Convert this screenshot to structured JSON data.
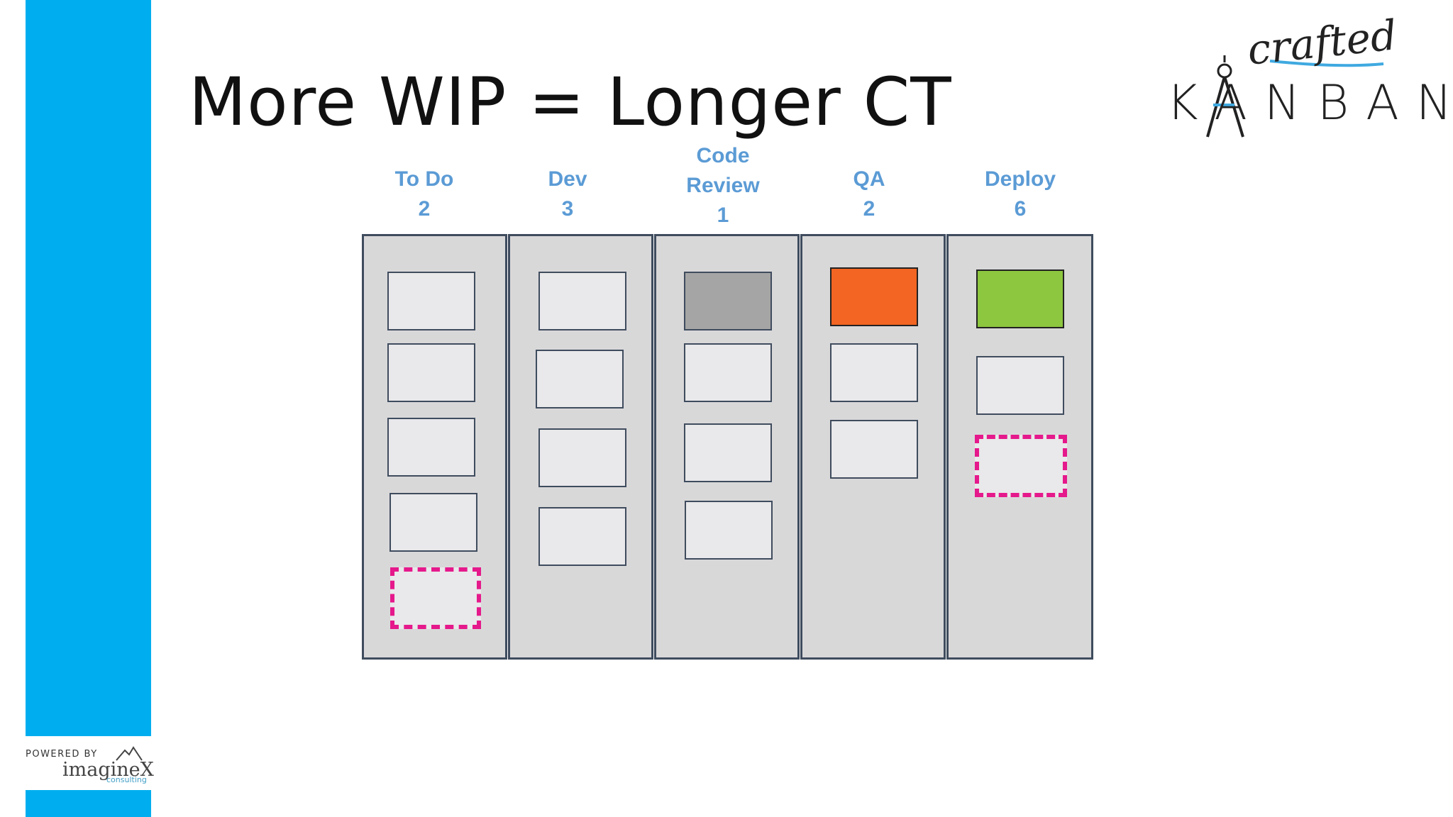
{
  "slide": {
    "title": "More WIP = Longer CT",
    "logo_script_text": "crafted",
    "logo_main_text": "KANBAN",
    "powered_by_label": "POWERED BY",
    "powered_by_brand": "imagineX",
    "powered_by_sub": "consulting"
  },
  "colors": {
    "sidebar": "#00aeef",
    "header_text": "#5b9bd5",
    "column_fill": "#d9d8d9",
    "column_border": "#3f4c5e",
    "card_gray": "#a5a5a5",
    "card_orange": "#f26522",
    "card_green": "#8dc63f",
    "placeholder_border": "#e5198b"
  },
  "board": {
    "columns": [
      {
        "name": "To Do",
        "count": "2",
        "cards": [
          "empty",
          "empty",
          "empty",
          "empty",
          "placeholder"
        ]
      },
      {
        "name": "Dev",
        "count": "3",
        "cards": [
          "empty",
          "empty",
          "empty",
          "empty"
        ]
      },
      {
        "name": "Code Review",
        "name_line1": "Code",
        "name_line2": "Review",
        "count": "1",
        "cards": [
          "gray",
          "empty",
          "empty",
          "empty"
        ]
      },
      {
        "name": "QA",
        "count": "2",
        "cards": [
          "orange",
          "empty",
          "empty"
        ]
      },
      {
        "name": "Deploy",
        "count": "6",
        "cards": [
          "green",
          "empty",
          "placeholder"
        ]
      }
    ]
  }
}
